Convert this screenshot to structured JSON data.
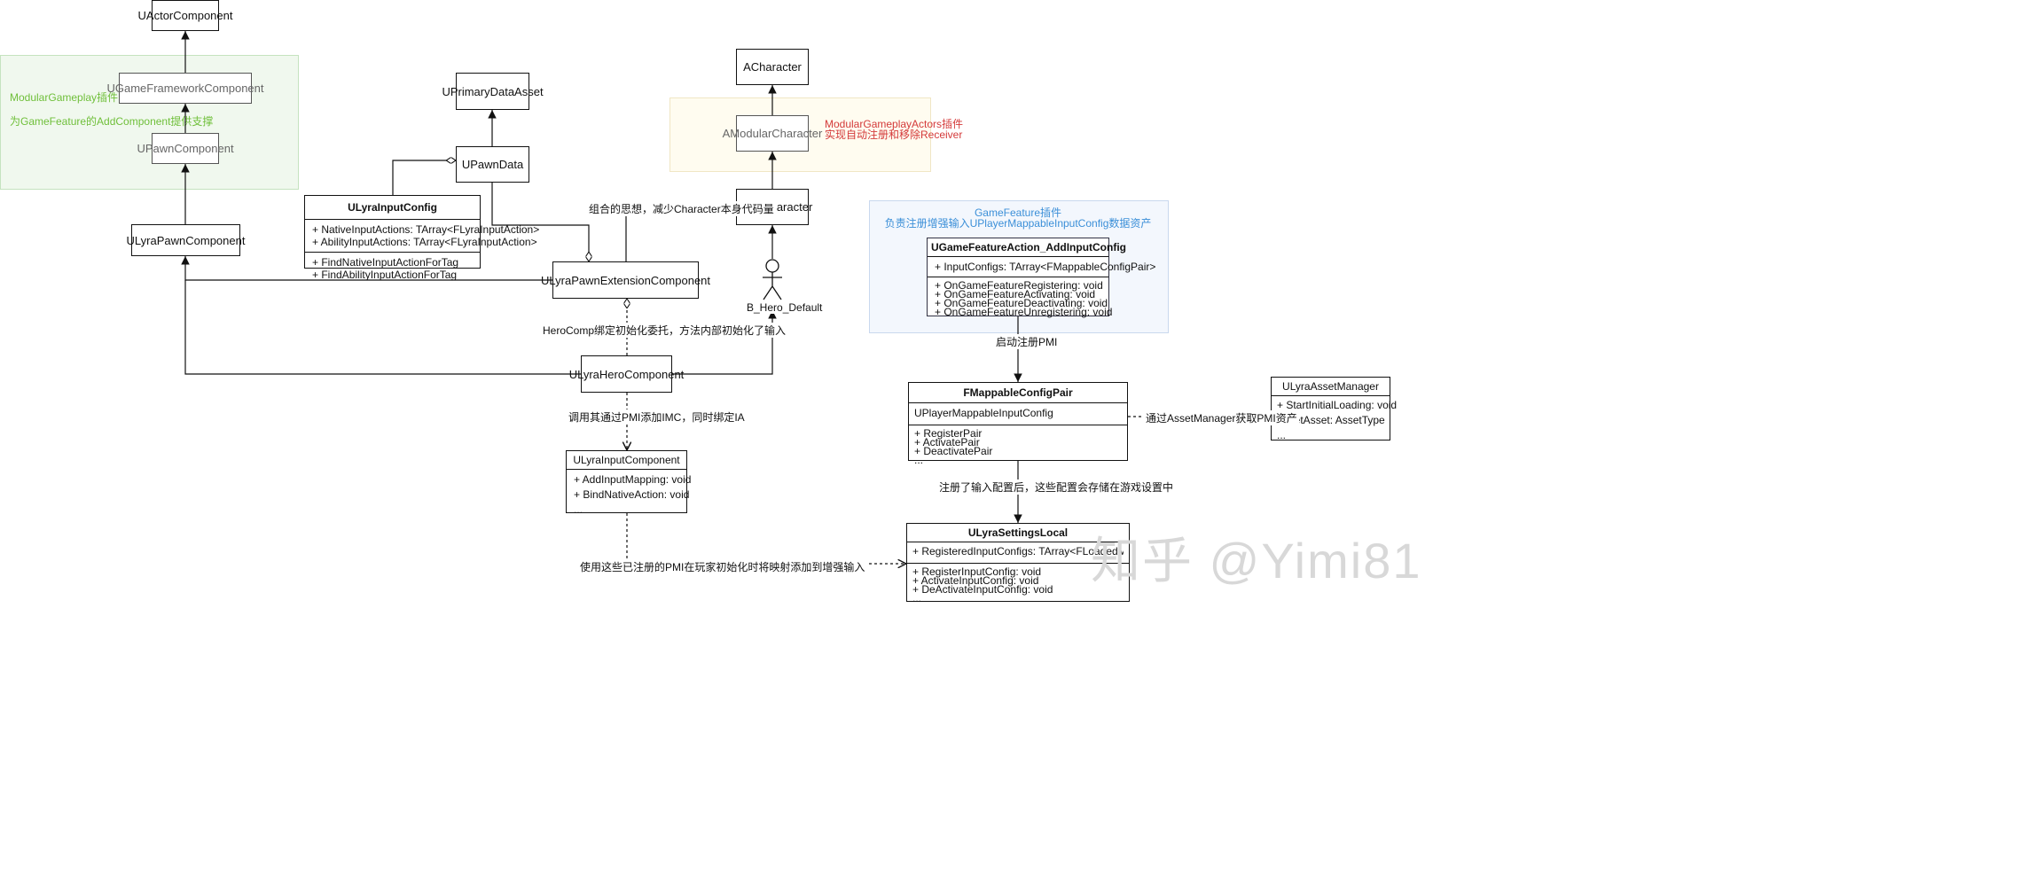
{
  "colors": {
    "green_region_bg": "#f0f8ee",
    "green_region_border": "#c5e3bf",
    "green_text": "#6fbf3a",
    "yellow_region_bg": "#fffcf0",
    "yellow_region_border": "#f0e6c4",
    "red_text": "#d43a3a",
    "blue_region_bg": "#f3f7fd",
    "blue_region_border": "#c9d8ee",
    "blue_text": "#3b8fd8",
    "watermark": "#d8d8d8"
  },
  "regions": {
    "modular_gameplay": {
      "line1": "ModularGameplay插件",
      "line2": "为GameFeature的AddComponent提供支撑"
    },
    "modular_actors": {
      "line1": "ModularGameplayActors插件",
      "line2": "实现自动注册和移除Receiver"
    },
    "game_feature": {
      "line1": "GameFeature插件",
      "line2": "负责注册增强输入UPlayerMappableInputConfig数据资产"
    }
  },
  "nodes": {
    "uactorcomponent": "UActorComponent",
    "ugameframeworkcomponent": "UGameFrameworkComponent",
    "upawncomponent": "UPawnComponent",
    "ulyrapawncomponent": "ULyraPawnComponent",
    "uprimarydataasset": "UPrimaryDataAsset",
    "upawndata": "UPawnData",
    "acharacter": "ACharacter",
    "amodularcharacter": "AModularCharacter",
    "alyracharacter": "ALyraCharacter",
    "ulyrapawnextensioncomponent": "ULyraPawnExtensionComponent",
    "ulyraherocomponent": "ULyraHeroComponent",
    "actor_name": "B_Hero_Default"
  },
  "classes": {
    "ulyrainputconfig": {
      "title": "ULyraInputConfig",
      "fields": [
        "+ NativeInputActions: TArray<FLyraInputAction>",
        "+ AbilityInputActions: TArray<FLyraInputAction>"
      ],
      "methods": [
        "+ FindNativeInputActionForTag",
        "+ FindAbilityInputActionForTag"
      ]
    },
    "ulyrainputcomponent": {
      "title": "ULyraInputComponent",
      "rows": [
        "+ AddInputMapping: void",
        "+ BindNativeAction: void",
        "..."
      ]
    },
    "ugamefeatureaction": {
      "title": "UGameFeatureAction_AddInputConfig",
      "fields": [
        "+ InputConfigs: TArray<FMappableConfigPair>"
      ],
      "methods": [
        "+ OnGameFeatureRegistering: void",
        "+ OnGameFeatureActivating: void",
        "+ OnGameFeatureDeactivating: void",
        "+ OnGameFeatureUnregistering: void"
      ]
    },
    "fmappableconfigpair": {
      "title": "FMappableConfigPair",
      "fields": [
        "UPlayerMappableInputConfig"
      ],
      "methods": [
        "+ RegisterPair",
        "+ ActivatePair",
        "+ DeactivatePair",
        "..."
      ]
    },
    "ulyraassetmanager": {
      "title": "ULyraAssetManager",
      "rows": [
        "+ StartInitialLoading: void",
        "+ GetAsset: AssetType",
        "..."
      ]
    },
    "ulyrasettingslocal": {
      "title": "ULyraSettingsLocal",
      "fields": [
        "+ RegisteredInputConfigs: TArray<FLoadedMappableConfigPair>"
      ],
      "methods": [
        "+ RegisterInputConfig: void",
        "+ ActivateInputConfig: void",
        "+ DeActivateInputConfig: void",
        "..."
      ]
    }
  },
  "edge_labels": {
    "composition": "组合的思想，减少Character本身代码量",
    "hero_bind": "HeroComp绑定初始化委托，方法内部初始化了输入",
    "call_pmi": "调用其通过PMI添加IMC，同时绑定IA",
    "register_pmi": "启动注册PMI",
    "asset_manager": "通过AssetManager获取PMI资产",
    "stored": "注册了输入配置后，这些配置会存储在游戏设置中",
    "use_pmi": "使用这些已注册的PMI在玩家初始化时将映射添加到增强输入"
  },
  "watermark": "知乎 @Yimi81"
}
